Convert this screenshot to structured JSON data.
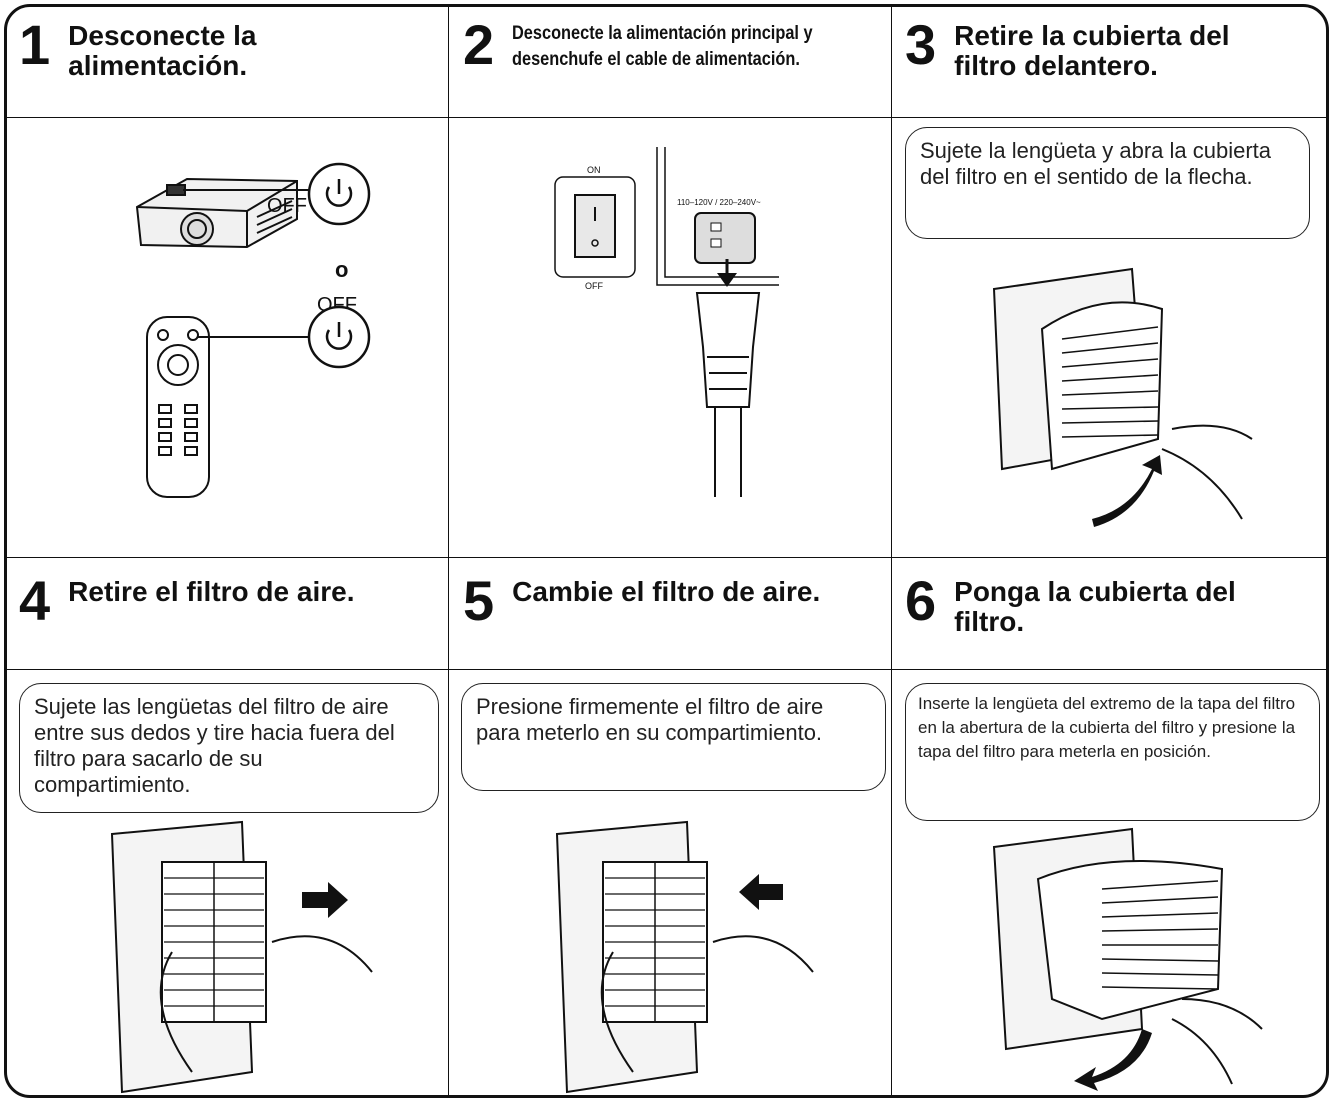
{
  "steps": [
    {
      "number": "1",
      "title": "Desconecte la alimentación."
    },
    {
      "number": "2",
      "title": "Desconecte la alimentación principal y desenchufe el cable de alimentación."
    },
    {
      "number": "3",
      "title": "Retire la cubierta del filtro delantero.",
      "instruction": "Sujete la lengüeta y abra la cubierta del filtro en el sentido de la flecha."
    },
    {
      "number": "4",
      "title": "Retire el filtro de aire.",
      "instruction": "Sujete las lengüetas del filtro de aire entre sus dedos y tire hacia fuera del filtro para sacarlo de su compartimiento."
    },
    {
      "number": "5",
      "title": "Cambie el filtro de aire.",
      "instruction": "Presione firmemente el filtro de aire para meterlo en su compartimiento."
    },
    {
      "number": "6",
      "title": "Ponga la cubierta del filtro.",
      "instruction": "Inserte la lengüeta del extremo de la tapa del filtro en la abertura de la cubierta del filtro y presione la tapa del filtro para meterla en posición."
    }
  ],
  "step1_labels": {
    "off_projector": "OFF",
    "or": "o",
    "off_remote": "OFF"
  },
  "step2_labels": {
    "switch_on": "ON",
    "switch_off": "OFF",
    "voltage": "110–120V / 220–240V~"
  }
}
